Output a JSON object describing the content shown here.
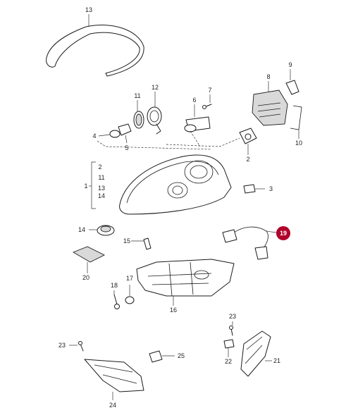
{
  "callouts": [
    {
      "id": "c13",
      "text": "13"
    },
    {
      "id": "c9",
      "text": "9"
    },
    {
      "id": "c8",
      "text": "8"
    },
    {
      "id": "c11",
      "text": "11"
    },
    {
      "id": "c12",
      "text": "12"
    },
    {
      "id": "c7",
      "text": "7"
    },
    {
      "id": "c6",
      "text": "6"
    },
    {
      "id": "c4",
      "text": "4"
    },
    {
      "id": "c5",
      "text": "5"
    },
    {
      "id": "c10",
      "text": "10"
    },
    {
      "id": "c2",
      "text": "2"
    },
    {
      "id": "c1",
      "text": "1"
    },
    {
      "id": "c3",
      "text": "3"
    },
    {
      "id": "c14",
      "text": "14"
    },
    {
      "id": "c19",
      "text": "19"
    },
    {
      "id": "c15",
      "text": "15"
    },
    {
      "id": "c20",
      "text": "20"
    },
    {
      "id": "c18",
      "text": "18"
    },
    {
      "id": "c17",
      "text": "17"
    },
    {
      "id": "c16",
      "text": "16"
    },
    {
      "id": "c23a",
      "text": "23"
    },
    {
      "id": "c23b",
      "text": "23"
    },
    {
      "id": "c25",
      "text": "25"
    },
    {
      "id": "c22",
      "text": "22"
    },
    {
      "id": "c21",
      "text": "21"
    },
    {
      "id": "c24",
      "text": "24"
    }
  ],
  "bracket_group": [
    "2",
    "11",
    "13",
    "14"
  ],
  "highlight": {
    "callout": "19",
    "color": "#b0002a"
  }
}
